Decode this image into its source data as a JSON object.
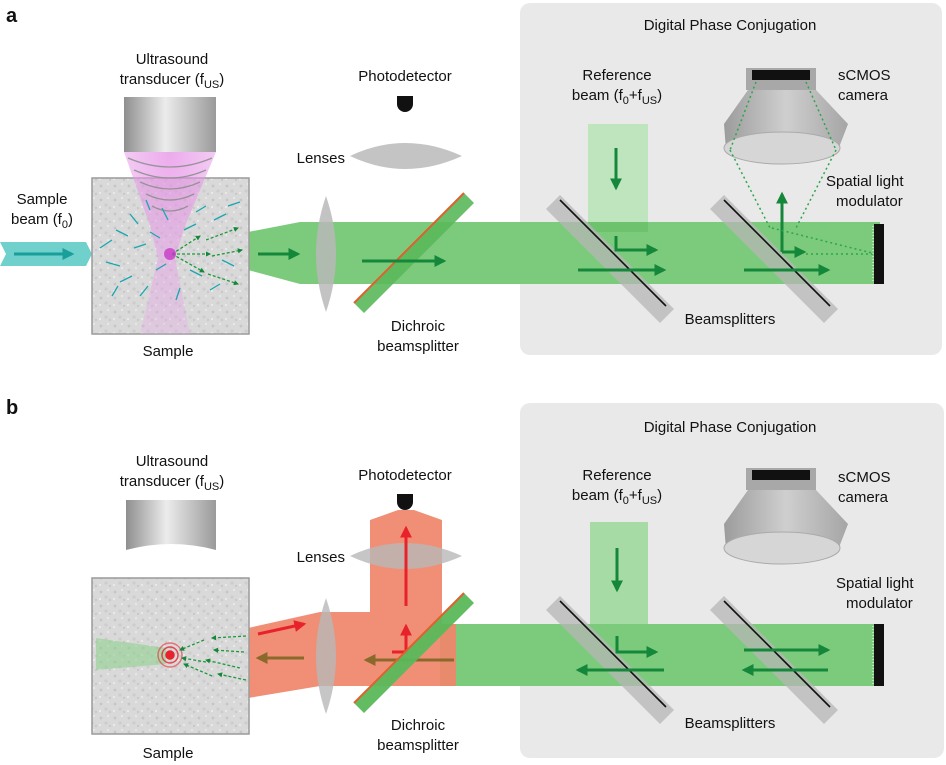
{
  "panels": [
    {
      "letter": "a",
      "dpc_title": "Digital Phase Conjugation",
      "ultrasound": [
        "Ultrasound",
        "transducer (f",
        "US",
        ")"
      ],
      "sample_beam": [
        "Sample",
        "beam (f",
        "0",
        ")"
      ],
      "sample": "Sample",
      "lenses": "Lenses",
      "photodetector": "Photodetector",
      "dichroic": [
        "Dichroic",
        "beamsplitter"
      ],
      "reference": [
        "Reference",
        "beam (f",
        "0",
        "+f",
        "US",
        ")"
      ],
      "camera": [
        "sCMOS",
        "camera"
      ],
      "slm": [
        "Spatial light",
        "modulator"
      ],
      "beamsplitters": "Beamsplitters"
    },
    {
      "letter": "b",
      "dpc_title": "Digital Phase Conjugation",
      "ultrasound": [
        "Ultrasound",
        "transducer (f",
        "US",
        ")"
      ],
      "sample": "Sample",
      "lenses": "Lenses",
      "photodetector": "Photodetector",
      "dichroic": [
        "Dichroic",
        "beamsplitter"
      ],
      "reference": [
        "Reference",
        "beam (f",
        "0",
        "+f",
        "US",
        ")"
      ],
      "camera": [
        "sCMOS",
        "camera"
      ],
      "slm": [
        "Spatial light",
        "modulator"
      ],
      "beamsplitters": "Beamsplitters"
    }
  ],
  "colors": {
    "dpc_box": "#e9e9e9",
    "green_beam": "#7ccb7c",
    "green_arrow": "#15873a",
    "red_beam": "#f0856a",
    "red_arrow": "#e8222a",
    "cyan_beam": "#6fd0cc",
    "ultrasound_cone": "#e9a6e9",
    "grey_optic": "#bdbdbd"
  }
}
